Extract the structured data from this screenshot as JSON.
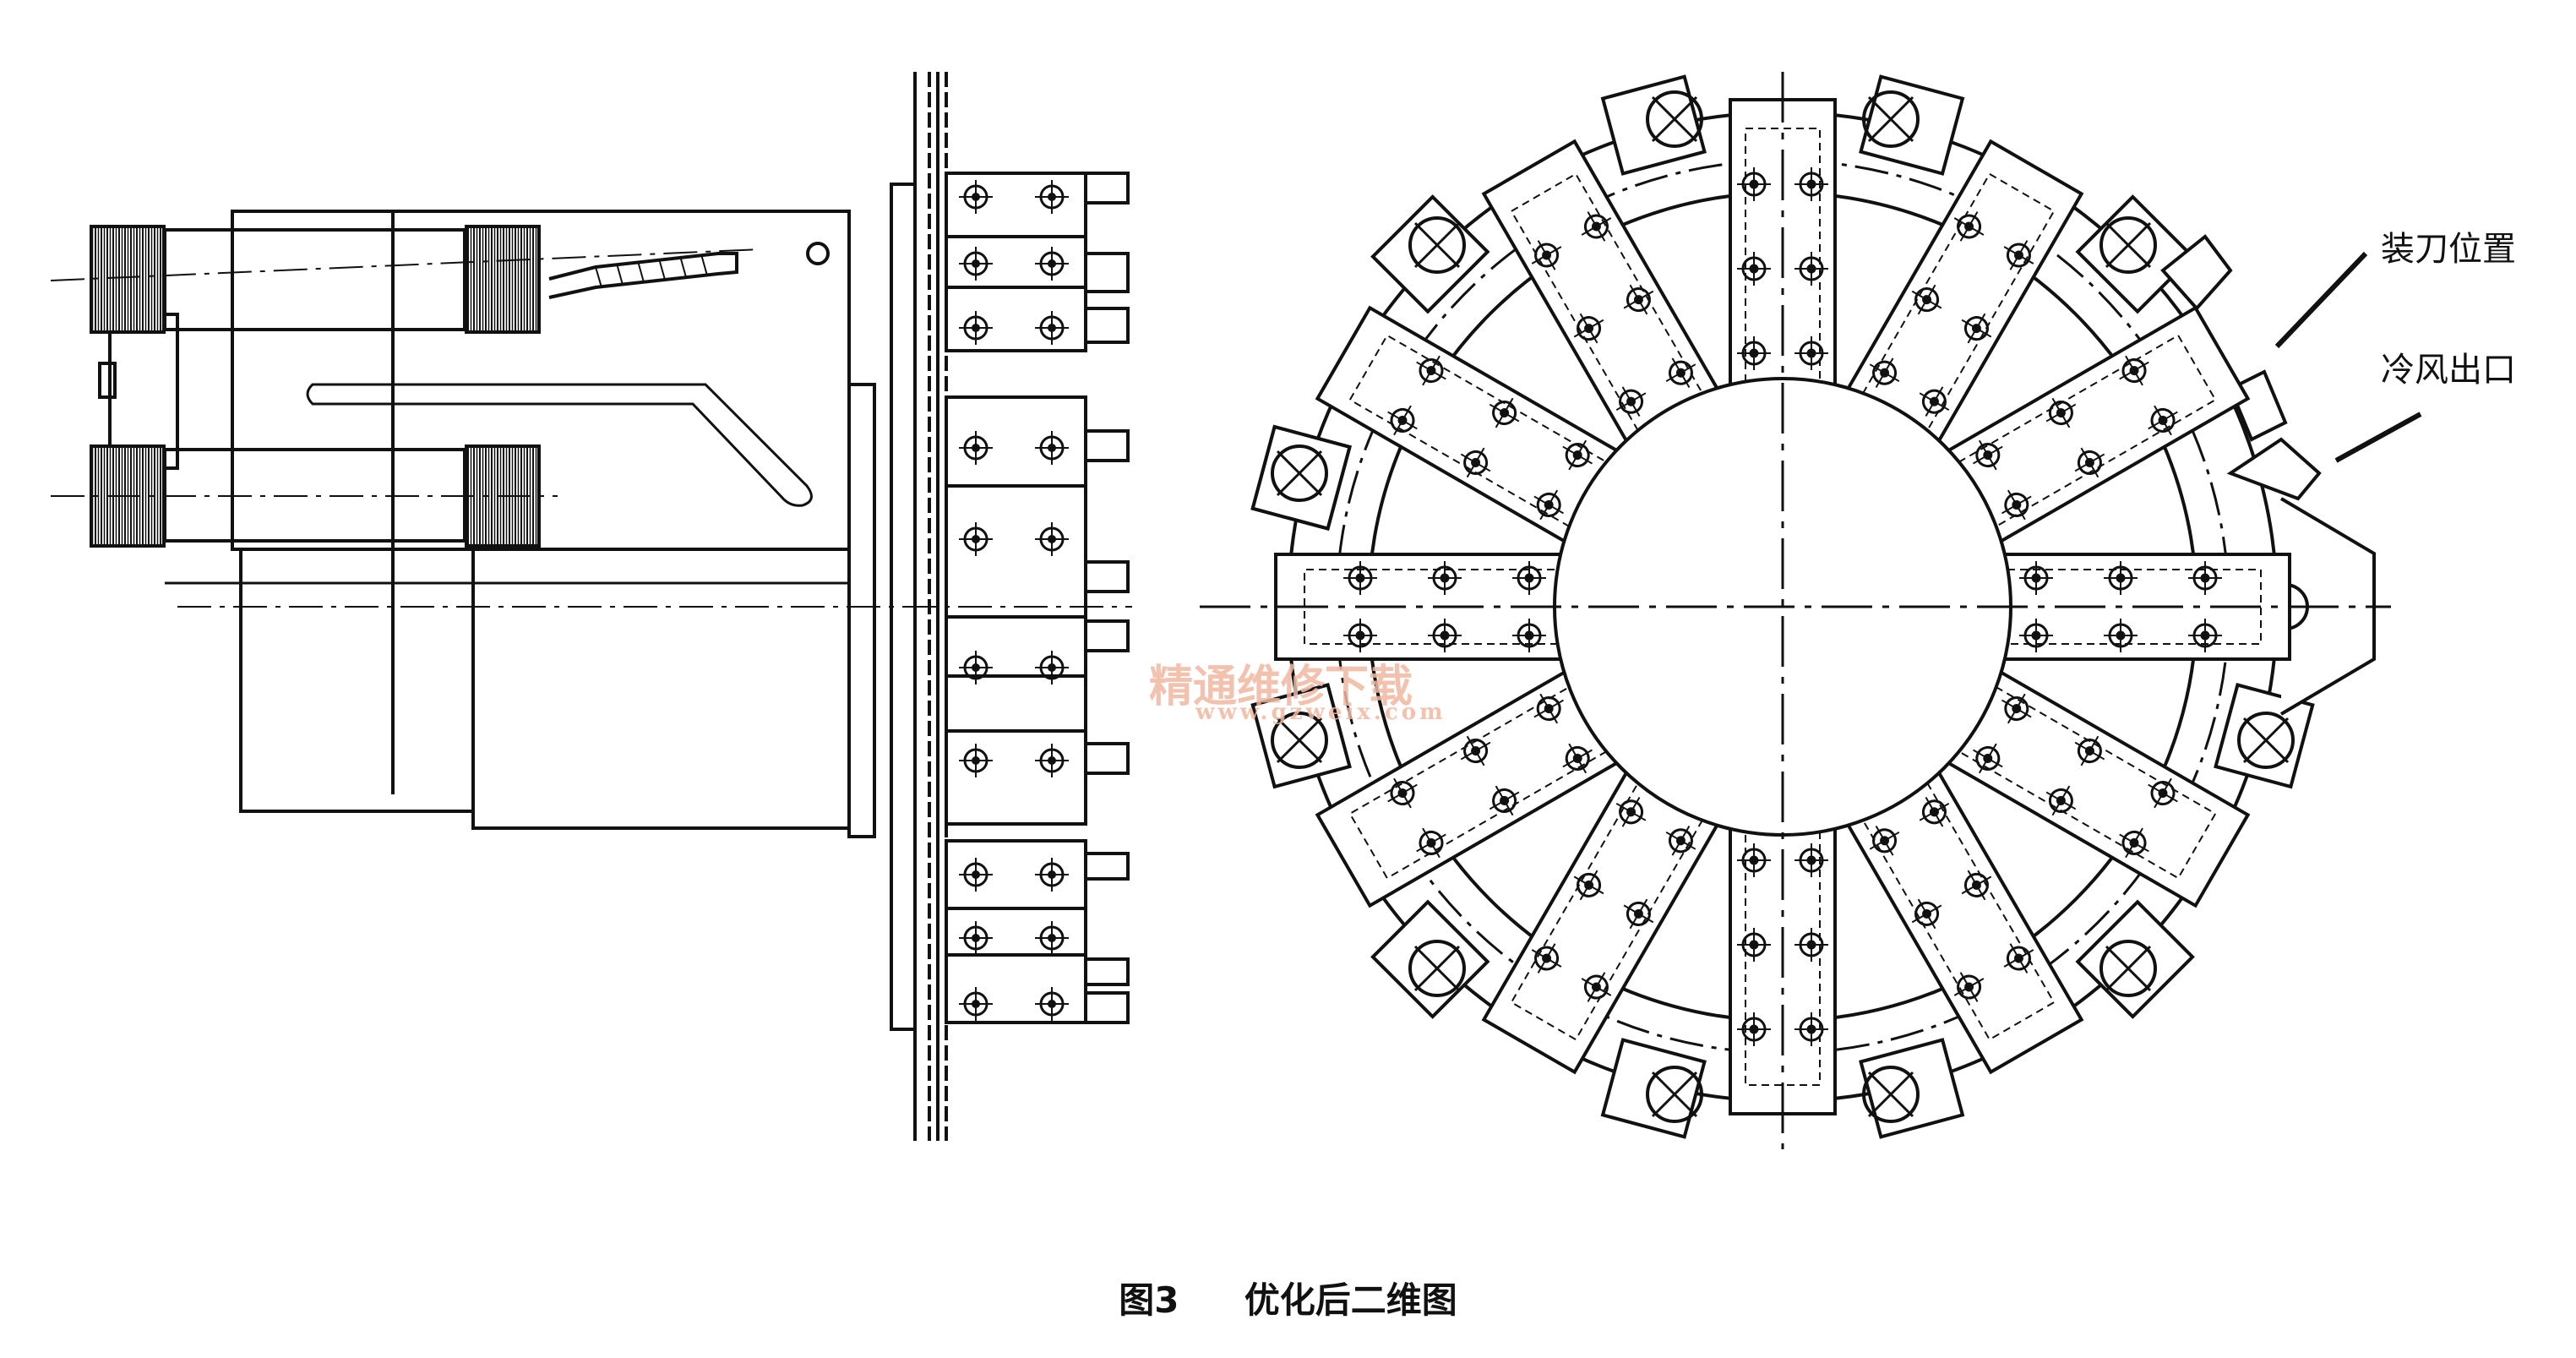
{
  "labels": {
    "tool_position": "装刀位置",
    "cold_air_outlet": "冷风出口"
  },
  "caption": {
    "figure_number": "图3",
    "title": "优化后二维图"
  },
  "watermark": {
    "cn": "精通维修下载",
    "url": "www.gzweix.com"
  }
}
